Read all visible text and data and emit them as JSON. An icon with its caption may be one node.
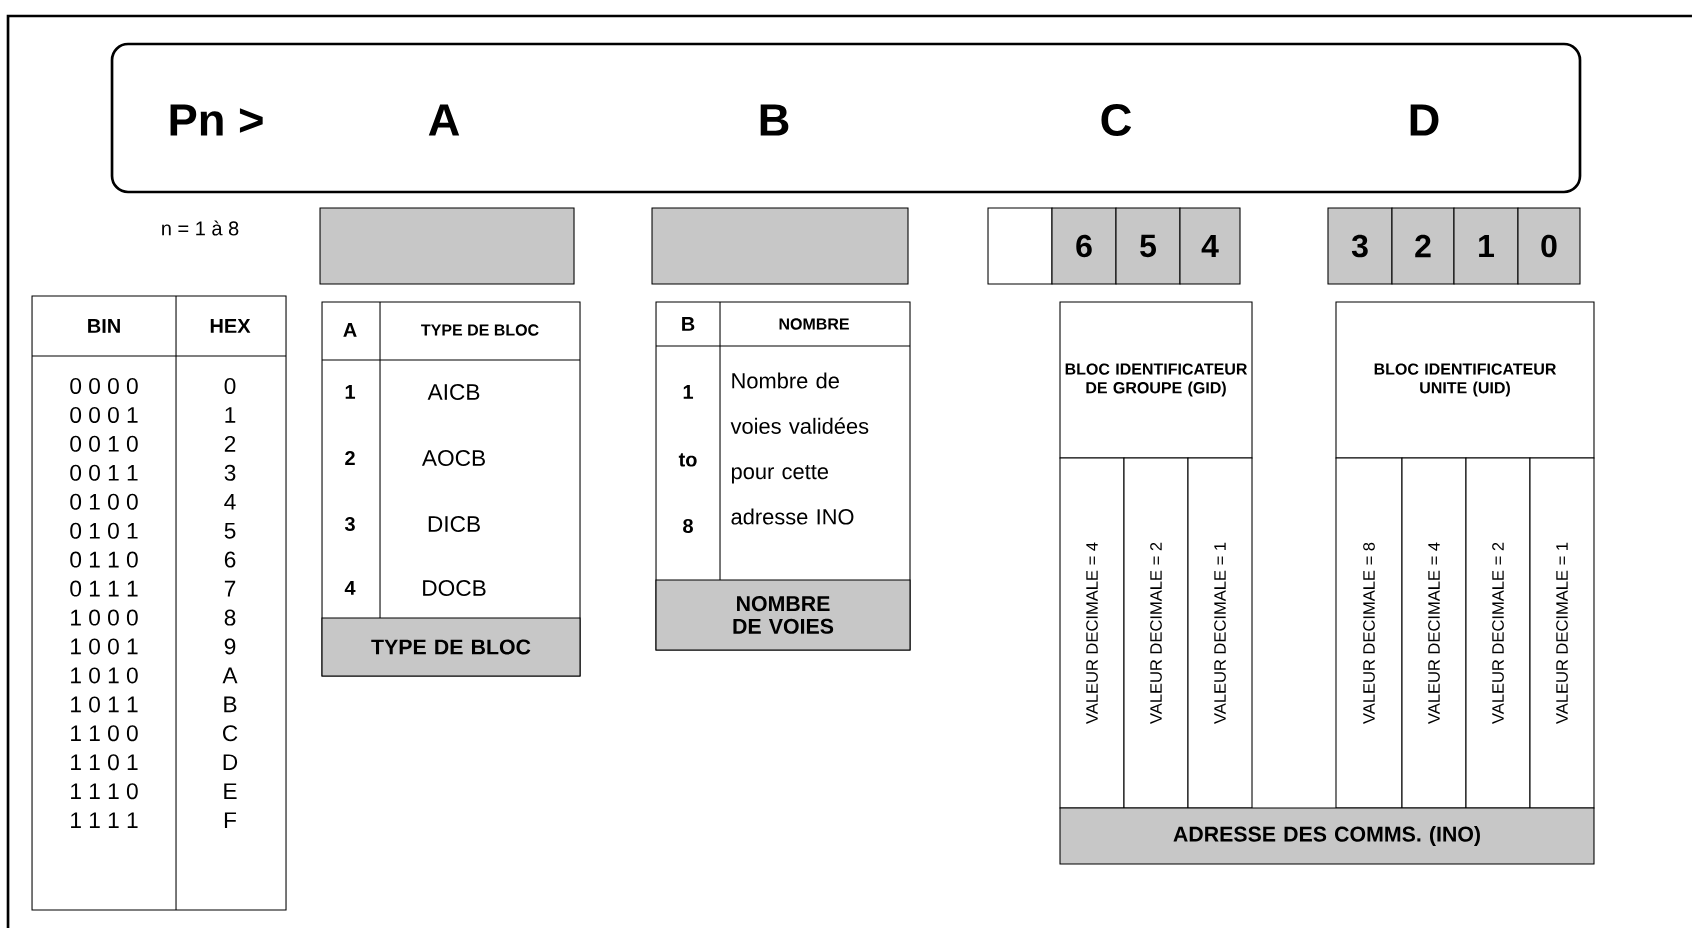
{
  "diagram": {
    "nodes": [
      {
        "text": [
          "Pn >",
          "A",
          "B",
          "C",
          "D"
        ]
      },
      {
        "text": [],
        "shape": "box"
      },
      {
        "text": [],
        "shape": "box"
      },
      {
        "text": [],
        "shape": "box"
      },
      {
        "text": [
          "6"
        ]
      },
      {
        "text": [
          "5"
        ]
      },
      {
        "text": [
          "4"
        ]
      },
      {
        "text": [
          "3"
        ]
      },
      {
        "text": [
          "2"
        ]
      },
      {
        "text": [
          "1"
        ]
      },
      {
        "text": [
          "0"
        ]
      },
      {
        "text": [
          "TYPE DE BLOC"
        ]
      },
      {
        "text": [
          "NOMBRE DE VOIES"
        ]
      },
      {
        "text": [
          "BLOC IDENTIFICATEUR DE GROUPE (GID)"
        ]
      },
      {
        "text": [
          "BLOC IDENTIFICATEUR UNITE (UID)"
        ]
      },
      {
        "text": [
          "VALEUR DECIMALE = 4"
        ]
      },
      {
        "text": [
          "VALEUR DECIMALE = 2"
        ]
      },
      {
        "text": [
          "VALEUR DECIMALE = 1"
        ]
      },
      {
        "text": [
          "VALEUR DECIMALE = 8"
        ]
      },
      {
        "text": [
          "VALEUR DECIMALE = 4"
        ]
      },
      {
        "text": [
          "VALEUR DECIMALE = 2"
        ]
      },
      {
        "text": [
          "VALEUR DECIMALE = 1"
        ]
      },
      {
        "text": [
          "ADRESSE DES COMMS.  (INO)"
        ]
      }
    ],
    "labels": [
      "n = 1 à 8",
      "BIN",
      "HEX",
      "0 0 0 0",
      "0",
      "0 0 0 1",
      "1",
      "0 0 1 0",
      "2",
      "0 0 1 1",
      "3",
      "0 1 0 0",
      "4",
      "0 1 0 1",
      "5",
      "0 1 1 0",
      "6",
      "0 1 1 1",
      "7",
      "1 0 0 0",
      "8",
      "1 0 0 1",
      "9",
      "1 0 1 0",
      "A",
      "1 0 1 1",
      "B",
      "1 1 0 0",
      "C",
      "1 1 0 1",
      "D",
      "1 1 1 0",
      "E",
      "1 1 1 1",
      "F",
      "A",
      "TYPE DE BLOC",
      "1",
      "AICB",
      "2",
      "AOCB",
      "3",
      "DICB",
      "4",
      "DOCB",
      "B",
      "NOMBRE",
      "1",
      "to",
      "8",
      "Nombre de voies validées pour cette adresse INO"
    ]
  }
}
